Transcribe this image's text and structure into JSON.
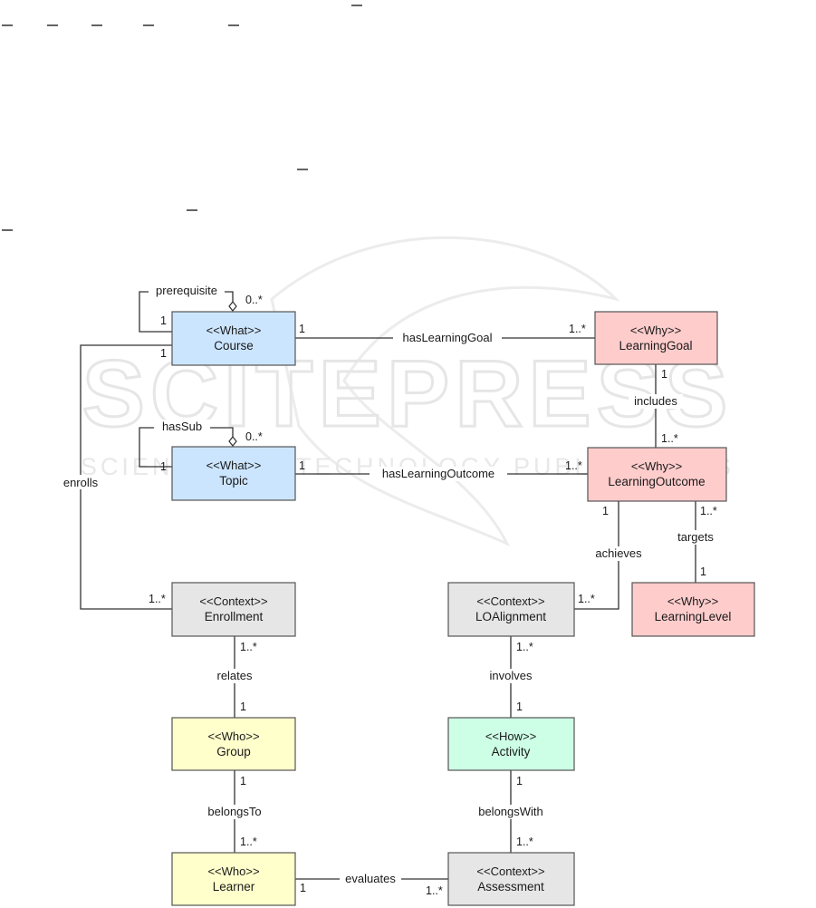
{
  "watermark": {
    "title": "SCITEPRESS",
    "subtitle": "SCIENCE AND TECHNOLOGY PUBLICATIONS"
  },
  "colors": {
    "what": "#cce5ff",
    "why": "#ffcccc",
    "context": "#e6e6e6",
    "who": "#ffffcc",
    "how": "#ccffe6"
  },
  "classes": {
    "course": {
      "stereotype": "<<What>>",
      "name": "Course"
    },
    "topic": {
      "stereotype": "<<What>>",
      "name": "Topic"
    },
    "goal": {
      "stereotype": "<<Why>>",
      "name": "LearningGoal"
    },
    "outcome": {
      "stereotype": "<<Why>>",
      "name": "LearningOutcome"
    },
    "level": {
      "stereotype": "<<Why>>",
      "name": "LearningLevel"
    },
    "enrollment": {
      "stereotype": "<<Context>>",
      "name": "Enrollment"
    },
    "alignment": {
      "stereotype": "<<Context>>",
      "name": "LOAlignment"
    },
    "group": {
      "stereotype": "<<Who>>",
      "name": "Group"
    },
    "activity": {
      "stereotype": "<<How>>",
      "name": "Activity"
    },
    "learner": {
      "stereotype": "<<Who>>",
      "name": "Learner"
    },
    "assessment": {
      "stereotype": "<<Context>>",
      "name": "Assessment"
    }
  },
  "associations": {
    "prerequisite": {
      "label": "prerequisite",
      "m_a": "1",
      "m_b": "0..*"
    },
    "has_learning_goal": {
      "label": "hasLearningGoal",
      "m_a": "1",
      "m_b": "1..*"
    },
    "includes": {
      "label": "includes",
      "m_a": "1",
      "m_b": "1..*"
    },
    "has_sub": {
      "label": "hasSub",
      "m_a": "1",
      "m_b": "0..*"
    },
    "has_learning_outcome": {
      "label": "hasLearningOutcome",
      "m_a": "1",
      "m_b": "1..*"
    },
    "enrolls": {
      "label": "enrolls",
      "m_a": "1",
      "m_b": "1..*"
    },
    "achieves": {
      "label": "achieves",
      "m_a": "1",
      "m_b": "1..*"
    },
    "targets": {
      "label": "targets",
      "m_a": "1..*",
      "m_b": "1"
    },
    "relates": {
      "label": "relates",
      "m_a": "1..*",
      "m_b": "1"
    },
    "involves": {
      "label": "involves",
      "m_a": "1..*",
      "m_b": "1"
    },
    "belongs_to": {
      "label": "belongsTo",
      "m_a": "1",
      "m_b": "1..*"
    },
    "belongs_with": {
      "label": "belongsWith",
      "m_a": "1",
      "m_b": "1..*"
    },
    "evaluates": {
      "label": "evaluates",
      "m_a": "1",
      "m_b": "1..*"
    }
  }
}
